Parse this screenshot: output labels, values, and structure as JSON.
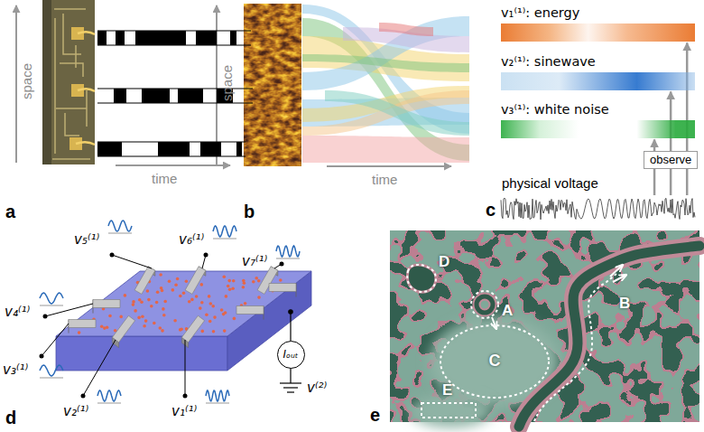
{
  "diagram": {
    "nodes": [
      {
        "text": [
          "v₁⁽¹⁾: energy"
        ]
      },
      {
        "text": [
          "v₂⁽¹⁾: sinewave"
        ]
      },
      {
        "text": [
          "v₃⁽¹⁾: white noise"
        ]
      },
      {
        "text": [
          "observe"
        ]
      },
      {
        "text": [
          "Iₒᵤₜ"
        ]
      },
      {
        "text": [
          "C"
        ]
      }
    ],
    "edges": [
      {
        "from": 3,
        "to": 2,
        "arrow": "to"
      },
      {
        "from": 3,
        "to": 1,
        "arrow": "to"
      },
      {
        "from": 3,
        "to": 0,
        "arrow": "to"
      }
    ],
    "labels": [
      "space",
      "time",
      "a",
      "space",
      "time",
      "b",
      "physical voltage",
      "c",
      "v₅⁽¹⁾",
      "v₆⁽¹⁾",
      "v₇⁽¹⁾",
      "v₄⁽¹⁾",
      "v₃⁽¹⁾",
      "v₂⁽¹⁾",
      "v₁⁽¹⁾",
      "v⁽²⁾",
      "d",
      "D",
      "A",
      "B",
      "E",
      "e"
    ]
  }
}
